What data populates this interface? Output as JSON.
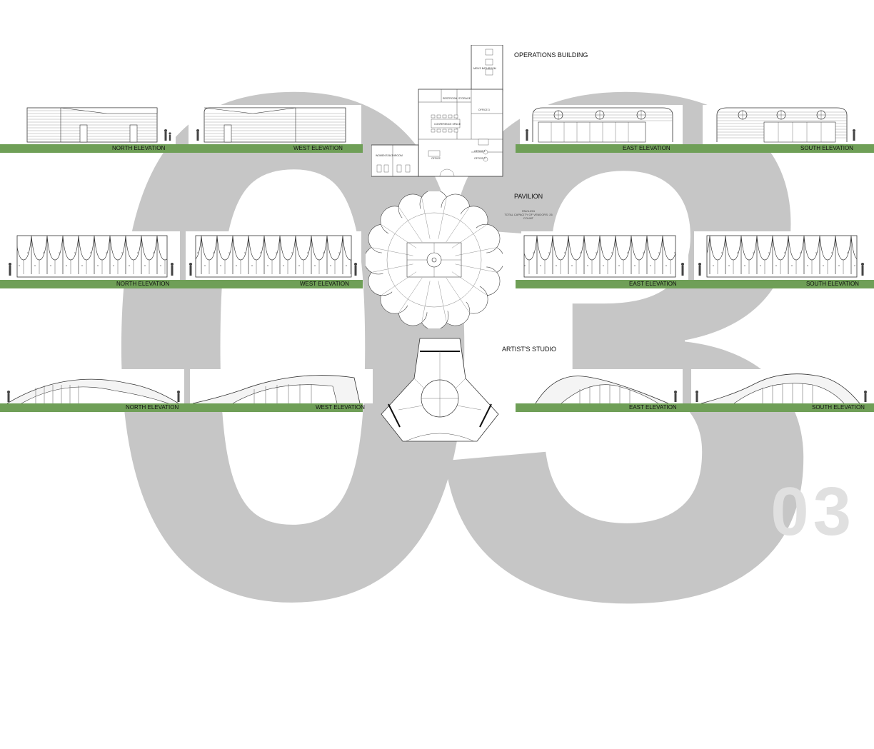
{
  "background": {
    "numeral": "03",
    "zero": "0",
    "three": "3",
    "color": "#c6c6c6"
  },
  "page_number": "03",
  "colors": {
    "ground": "#6f9f57",
    "line": "#333333"
  },
  "sections": {
    "operations": {
      "title": "OPERATIONS BUILDING",
      "elevations": [
        "NORTH ELEVATION",
        "WEST ELEVATION",
        "EAST ELEVATION",
        "SOUTH ELEVATION"
      ],
      "rooms": [
        "CONFERENCE SPACE",
        "WOMEN'S BATHROOM",
        "MEN'S BATHROOM",
        "STORAGE",
        "RESTROOM",
        "OFFICE 1",
        "OFFICE 2",
        "OFFICE 3",
        "OFFICE"
      ]
    },
    "pavilion": {
      "title": "PAVILION",
      "note_line1": "PAVILION",
      "note_line2": "TOTAL CAPACITY OF VENDORS: 26 COUNT",
      "elevations": [
        "NORTH ELEVATION",
        "WEST ELEVATION",
        "EAST ELEVATION",
        "SOUTH ELEVATION"
      ]
    },
    "studio": {
      "title": "ARTIST'S STUDIO",
      "elevations": [
        "NORTH ELEVATION",
        "WEST ELEVATION",
        "EAST ELEVATION",
        "SOUTH ELEVATION"
      ]
    }
  }
}
